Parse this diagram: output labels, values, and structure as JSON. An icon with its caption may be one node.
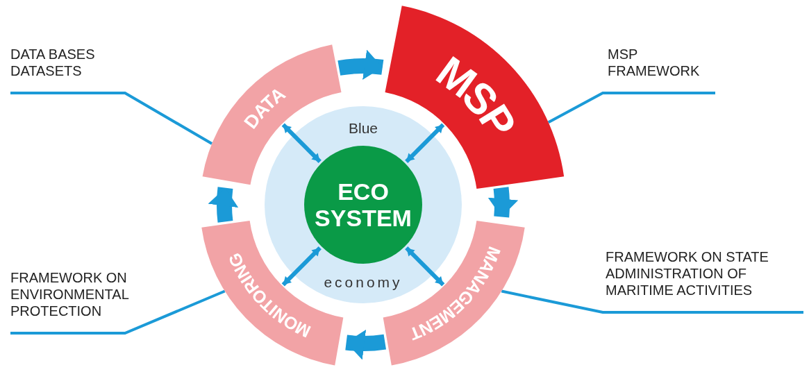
{
  "diagram": {
    "nodes": [
      {
        "text": [
          "DATA BASES DATASETS"
        ]
      },
      {
        "text": [
          "MSP FRAMEWORK"
        ]
      },
      {
        "text": [
          "DATA"
        ]
      },
      {
        "text": [
          "MSP"
        ]
      },
      {
        "text": [
          "Blue",
          "economy"
        ]
      },
      {
        "text": [
          "ECO SYSTEM"
        ],
        "in": 4
      },
      {
        "text": [
          "MONITORING"
        ]
      },
      {
        "text": [
          "MANAGEMENT"
        ]
      },
      {
        "text": [
          "FRAMEWORK ON ENVIRONMENTAL PROTECTION"
        ]
      },
      {
        "text": [
          "FRAMEWORK ON STATE ADMINISTRATION OF MARITIME ACTIVITIES"
        ]
      }
    ],
    "edges": [
      {
        "from": 2,
        "to": 3,
        "arrow": "to",
        "style": "thick"
      },
      {
        "from": 3,
        "to": 7,
        "arrow": "to",
        "style": "thick"
      },
      {
        "from": 7,
        "to": 6,
        "arrow": "to",
        "style": "thick"
      },
      {
        "from": 6,
        "to": 2,
        "arrow": "to",
        "style": "thick"
      },
      {
        "from": 5,
        "to": 2,
        "arrow": "both"
      },
      {
        "from": 5,
        "to": 3,
        "arrow": "both"
      },
      {
        "from": 5,
        "to": 7,
        "arrow": "both"
      },
      {
        "from": 5,
        "to": 6,
        "arrow": "both"
      },
      {
        "from": 0,
        "to": 2,
        "arrow": "none"
      },
      {
        "from": 1,
        "to": 3,
        "arrow": "none"
      },
      {
        "from": 8,
        "to": 6,
        "arrow": "none"
      },
      {
        "from": 9,
        "to": 7,
        "arrow": "none"
      }
    ]
  }
}
